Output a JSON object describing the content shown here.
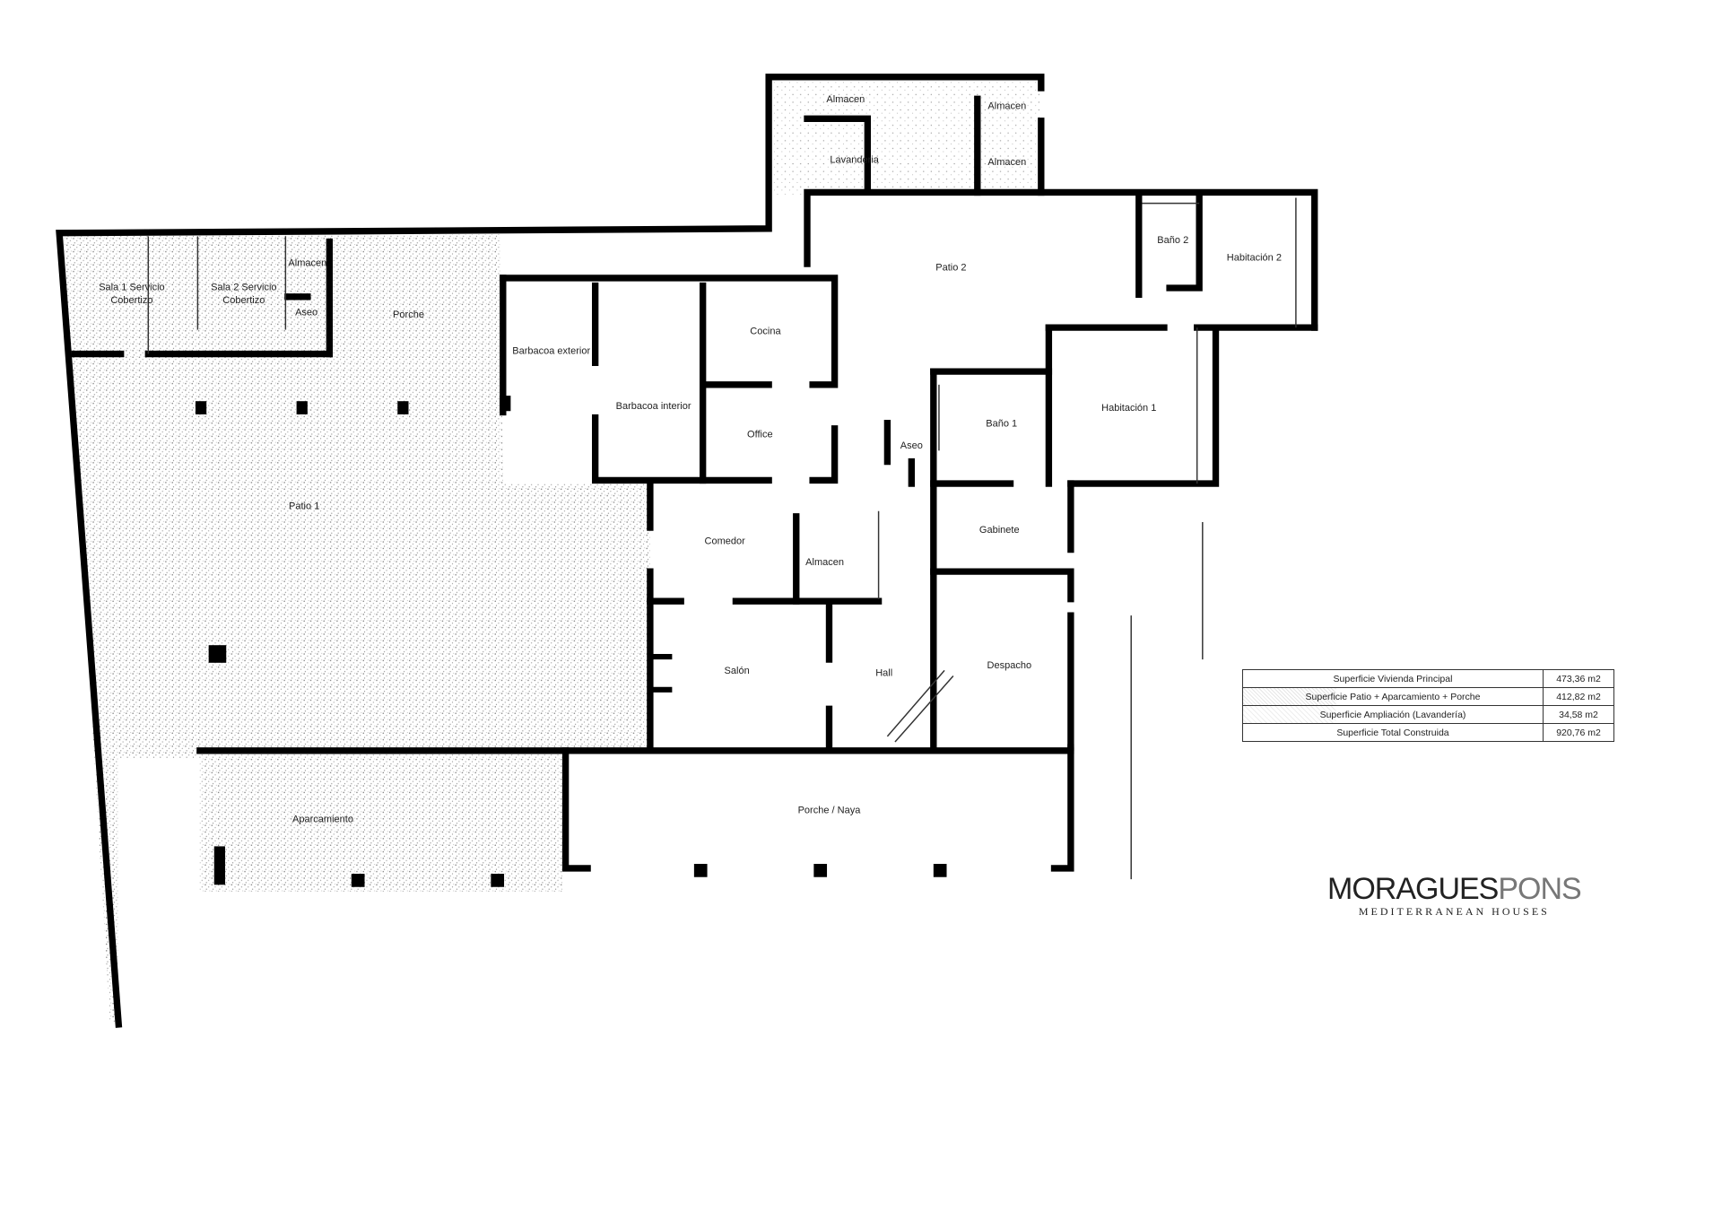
{
  "rooms": {
    "almacen_top": "Almacen",
    "almacen_right1": "Almacen",
    "almacen_right2": "Almacen",
    "lavanderia": "Lavanderia",
    "patio2": "Patio 2",
    "bano2": "Baño 2",
    "habitacion2": "Habitación 2",
    "sala1": "Sala 1 Servicio",
    "sala1b": "Cobertizo",
    "sala2": "Sala 2 Servicio",
    "sala2b": "Cobertizo",
    "almacen_small": "Almacen",
    "aseo_small": "Aseo",
    "porche": "Porche",
    "barbacoa_exterior": "Barbacoa exterior",
    "barbacoa_interior": "Barbacoa interior",
    "cocina": "Cocina",
    "office": "Office",
    "aseo": "Aseo",
    "bano1": "Baño 1",
    "habitacion1": "Habitación 1",
    "patio1": "Patio 1",
    "comedor": "Comedor",
    "almacen_mid": "Almacen",
    "gabinete": "Gabinete",
    "salon": "Salón",
    "hall": "Hall",
    "despacho": "Despacho",
    "aparcamiento": "Aparcamiento",
    "porche_naya": "Porche / Naya"
  },
  "legend": [
    {
      "label": "Superficie Vivienda Principal",
      "value": "473,36 m2",
      "fill": "white"
    },
    {
      "label": "Superficie Patio + Aparcamiento + Porche",
      "value": "412,82 m2",
      "fill": "stipple-dense"
    },
    {
      "label": "Superficie Ampliación (Lavandería)",
      "value": "34,58 m2",
      "fill": "stipple-light"
    },
    {
      "label": "Superficie Total Construida",
      "value": "920,76 m2",
      "fill": "none"
    }
  ],
  "logo": {
    "brand_a": "MORAGUES",
    "brand_b": "PONS",
    "tagline": "MEDITERRANEAN HOUSES"
  }
}
